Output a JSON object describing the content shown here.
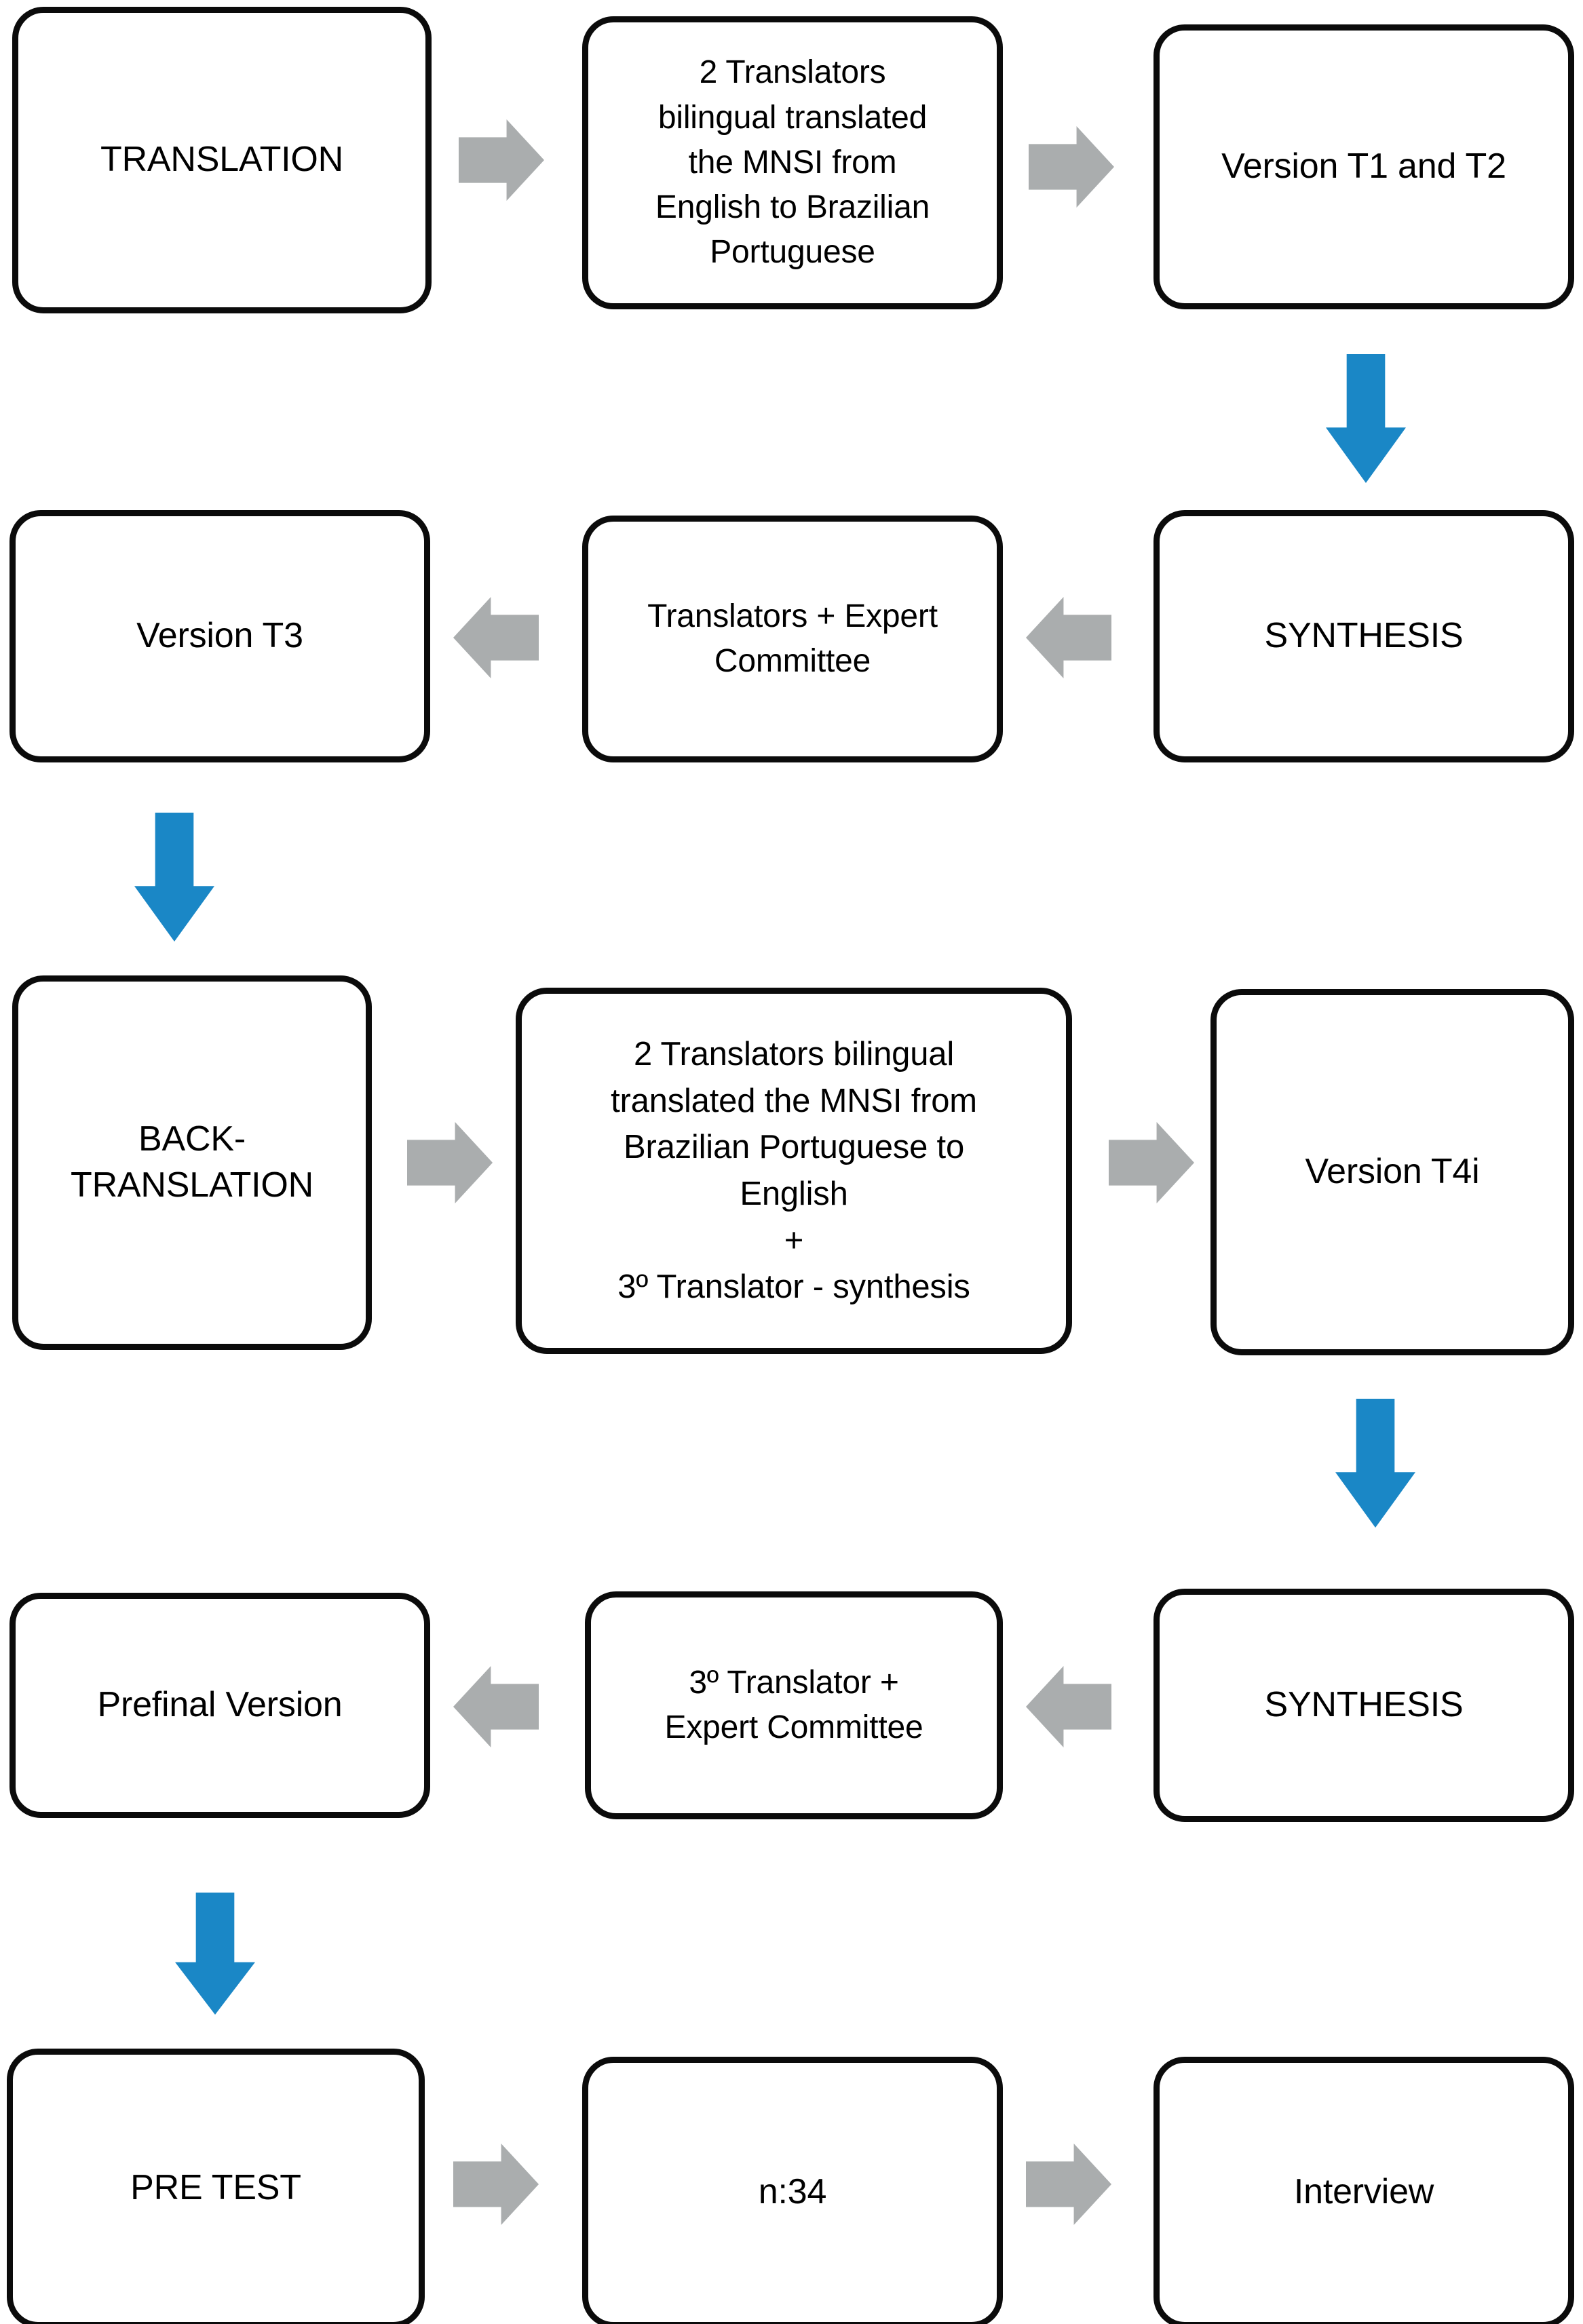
{
  "diagram": {
    "title": "MNSI cross-cultural adaptation process flowchart",
    "colors": {
      "box_border": "#0b0b0b",
      "box_fill": "#ffffff",
      "gray_arrow": "#aaadae",
      "blue_arrow": "#1a87c6",
      "text": "#000000"
    },
    "stages": [
      {
        "id": "translation",
        "row": 1,
        "nodes": [
          {
            "id": "translation-label",
            "label": "TRANSLATION"
          },
          {
            "id": "translation-detail",
            "label": "2 Translators\nbilingual translated\nthe MNSI from\nEnglish to Brazilian\nPortuguese"
          },
          {
            "id": "translation-output",
            "label": "Version T1 and T2"
          }
        ],
        "connector_direction": "right"
      },
      {
        "id": "synthesis-1",
        "row": 2,
        "nodes": [
          {
            "id": "synthesis-1-output",
            "label": "Version T3"
          },
          {
            "id": "synthesis-1-detail",
            "label": "Translators + Expert\nCommittee"
          },
          {
            "id": "synthesis-1-label",
            "label": "SYNTHESIS"
          }
        ],
        "connector_direction": "left"
      },
      {
        "id": "back-translation",
        "row": 3,
        "nodes": [
          {
            "id": "back-translation-label",
            "label": "BACK-\nTRANSLATION"
          },
          {
            "id": "back-translation-detail",
            "label": "2 Translators bilingual\ntranslated the MNSI from\nBrazilian Portuguese to\nEnglish\n+\n3º Translator - synthesis"
          },
          {
            "id": "back-translation-output",
            "label": "Version T4i"
          }
        ],
        "connector_direction": "right"
      },
      {
        "id": "synthesis-2",
        "row": 4,
        "nodes": [
          {
            "id": "synthesis-2-output",
            "label": "Prefinal Version"
          },
          {
            "id": "synthesis-2-detail",
            "label": "3º Translator +\nExpert Committee"
          },
          {
            "id": "synthesis-2-label",
            "label": "SYNTHESIS"
          }
        ],
        "connector_direction": "left"
      },
      {
        "id": "pre-test",
        "row": 5,
        "nodes": [
          {
            "id": "pre-test-label",
            "label": "PRE TEST"
          },
          {
            "id": "pre-test-sample",
            "label": "n:34"
          },
          {
            "id": "pre-test-method",
            "label": "Interview"
          }
        ],
        "connector_direction": "right"
      }
    ],
    "vertical_connectors": [
      {
        "id": "flow-down-1",
        "from": "translation-output",
        "to": "synthesis-1-label",
        "column": "right"
      },
      {
        "id": "flow-down-2",
        "from": "synthesis-1-output",
        "to": "back-translation-label",
        "column": "left"
      },
      {
        "id": "flow-down-3",
        "from": "back-translation-output",
        "to": "synthesis-2-label",
        "column": "right"
      },
      {
        "id": "flow-down-4",
        "from": "synthesis-2-output",
        "to": "pre-test-label",
        "column": "left"
      }
    ]
  }
}
